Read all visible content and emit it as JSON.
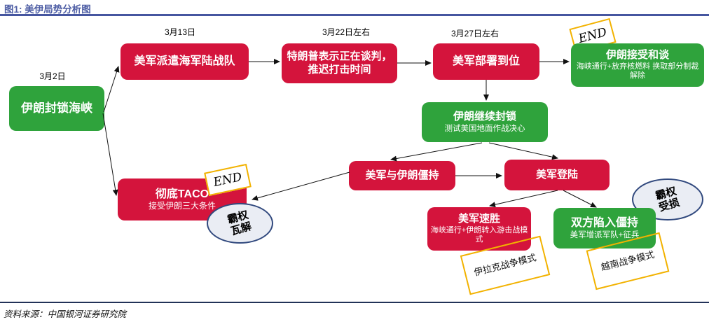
{
  "header": {
    "title": "图1: 美伊局势分析图"
  },
  "footer": {
    "source": "资料来源：中国银河证券研究院"
  },
  "colors": {
    "node_red": "#D4143C",
    "node_green": "#2FA33C",
    "title_blue": "#4D5DA4",
    "rule_top": "#4656A0",
    "rule_bottom": "#223258",
    "tag_border_yellow": "#F2B200",
    "ellipse_border_blue": "#31497E",
    "ellipse_fill": "#EAEDF4"
  },
  "dates": {
    "blockade": "3月2日",
    "marines": "3月13日",
    "trump": "3月22日左右",
    "deployed": "3月27日左右"
  },
  "nodes": {
    "blockade": {
      "title": "伊朗封锁海峡"
    },
    "marines": {
      "title": "美军派遣海军陆战队"
    },
    "trump": {
      "title": "特朗普表示正在谈判，推迟打击时间"
    },
    "deployed": {
      "title": "美军部署到位"
    },
    "accepts": {
      "title": "伊朗接受和谈",
      "sub": "海峡通行+放弃核燃料 换取部分制裁解除"
    },
    "continues": {
      "title": "伊朗继续封锁",
      "sub": "测试美国地面作战决心"
    },
    "standoff": {
      "title": "美军与伊朗僵持"
    },
    "landing": {
      "title": "美军登陆"
    },
    "taco": {
      "title": "彻底TACO",
      "sub": "接受伊朗三大条件"
    },
    "quickwin": {
      "title": "美军速胜",
      "sub": "海峡通行+伊朗转入游击战模式"
    },
    "deadlock": {
      "title": "双方陷入僵持",
      "sub": "美军增派军队+征兵"
    }
  },
  "labels": {
    "end": "END",
    "tag_iraq": "伊拉克战争模式",
    "tag_vietnam": "越南战争模式",
    "ellipse_collapse_line1": "霸权",
    "ellipse_collapse_line2": "瓦解",
    "ellipse_damaged_line1": "霸权",
    "ellipse_damaged_line2": "受损"
  }
}
